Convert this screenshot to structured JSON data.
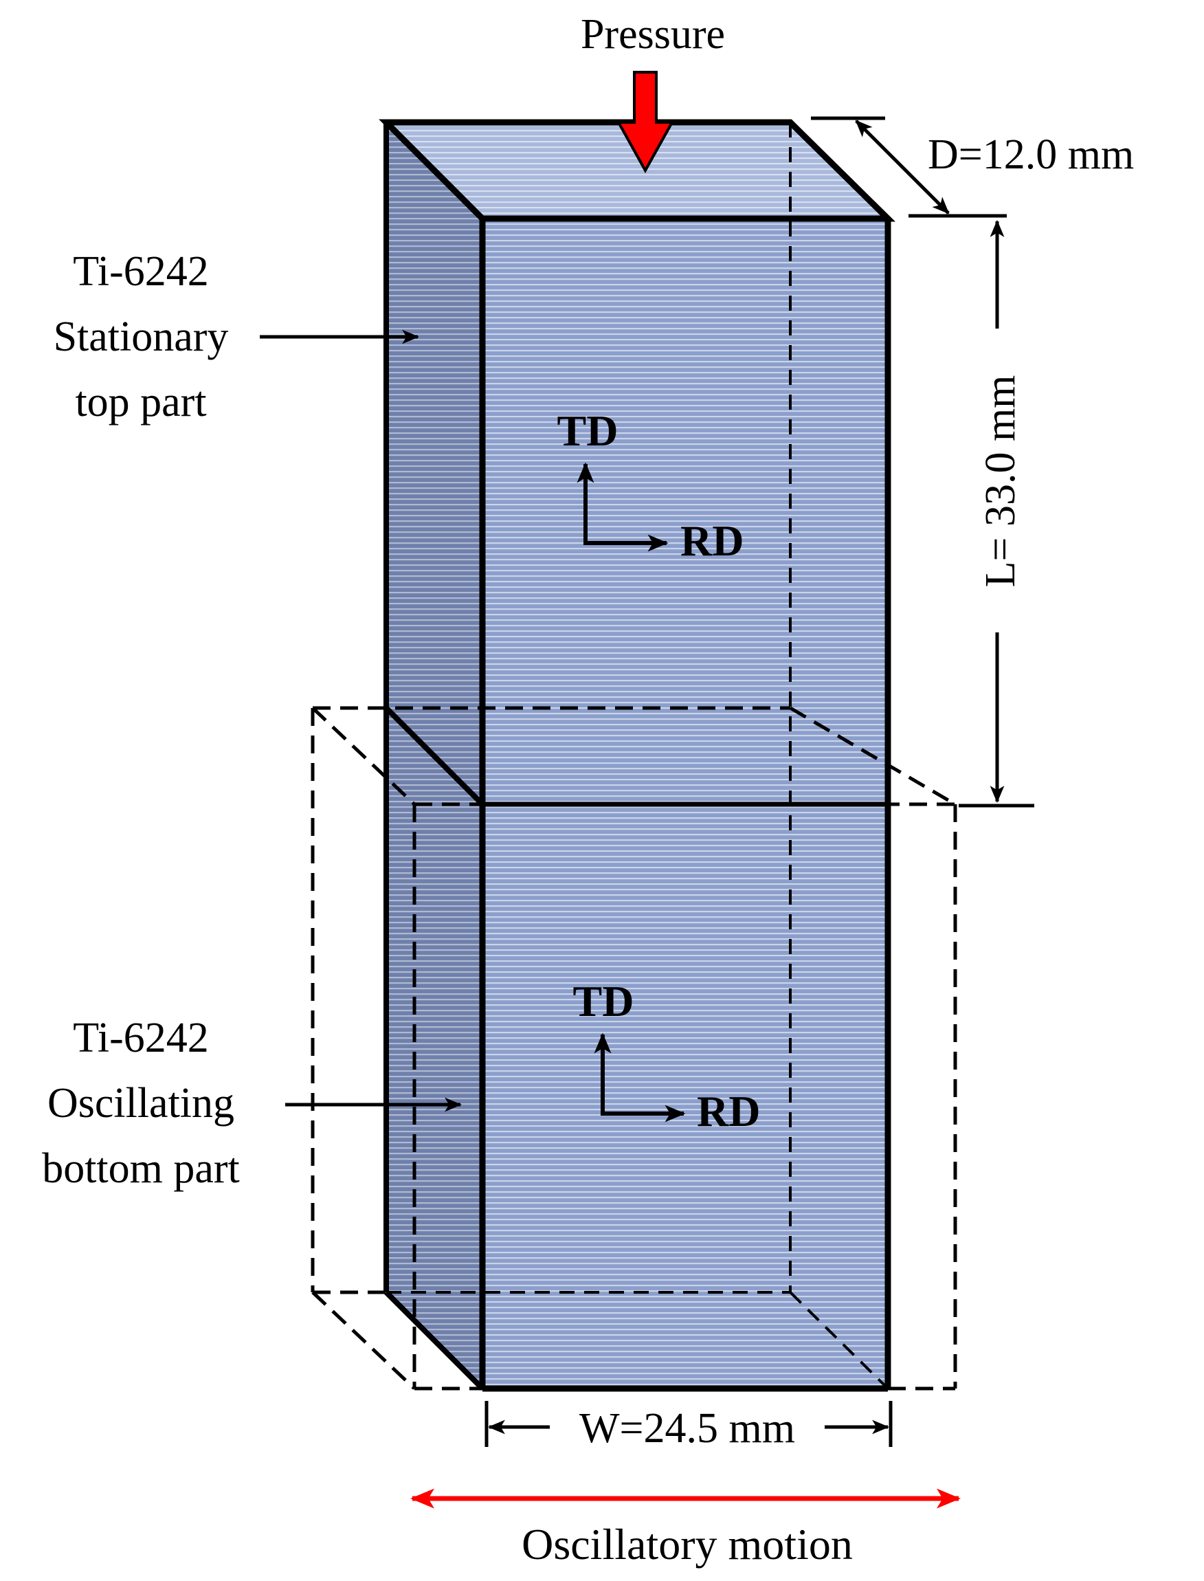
{
  "labels": {
    "pressure": "Pressure",
    "depth": "D=12.0 mm",
    "length": "L= 33.0 mm",
    "width": "W=24.5 mm",
    "motion": "Oscillatory motion",
    "top_part": {
      "line1": "Ti-6242",
      "line2": "Stationary",
      "line3": "top part"
    },
    "bottom_part": {
      "line1": "Ti-6242",
      "line2": "Oscillating",
      "line3": "bottom part"
    },
    "axes_top": {
      "td": "TD",
      "rd": "RD"
    },
    "axes_bottom": {
      "td": "TD",
      "rd": "RD"
    }
  },
  "colors": {
    "block_front": "#8c9fcc",
    "block_top": "#a9b9dc",
    "block_side": "#6f80ab",
    "stripe": "#ffffff",
    "arrow_red": "#ff0000",
    "line": "#000000"
  }
}
